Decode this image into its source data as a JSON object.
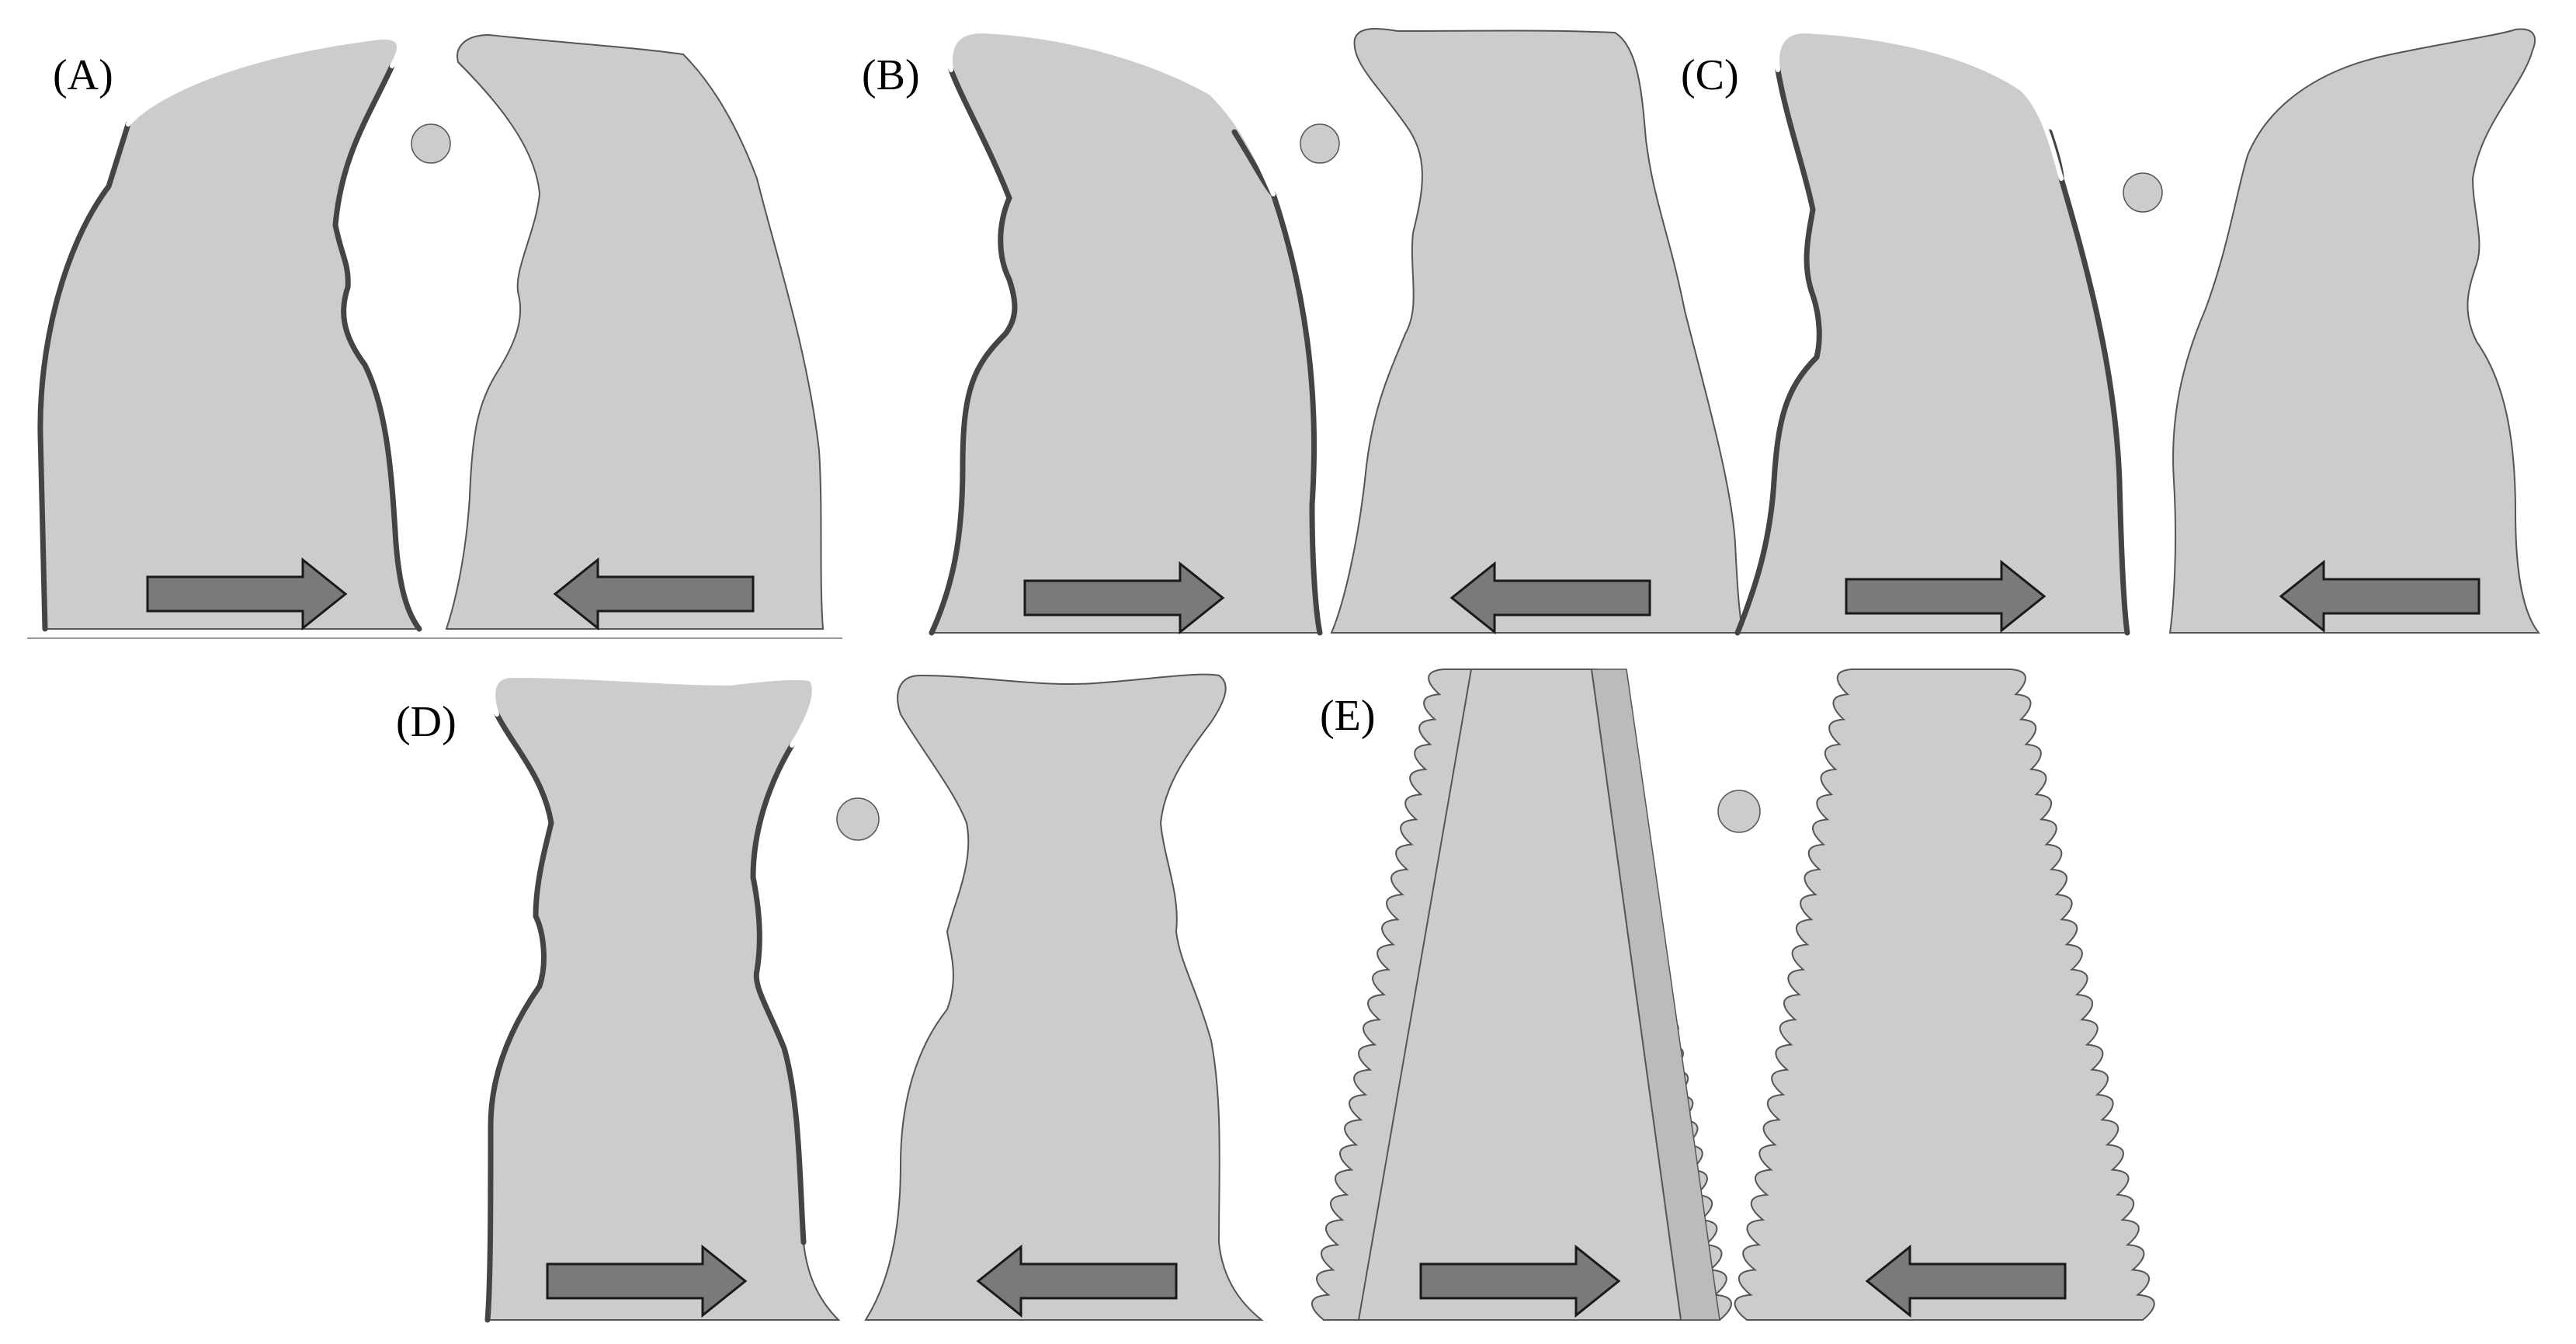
{
  "panels": [
    {
      "id": "A",
      "label": "(A)"
    },
    {
      "id": "B",
      "label": "(B)"
    },
    {
      "id": "C",
      "label": "(C)"
    },
    {
      "id": "D",
      "label": "(D)"
    },
    {
      "id": "E",
      "label": "(E)"
    }
  ],
  "colors": {
    "jaw_fill": "#cccccc",
    "jaw_outline": "#555555",
    "edge_highlight": "#ffffff",
    "edge_dark": "#444444",
    "arrow_fill": "#7a7a7a",
    "arrow_stroke": "#1a1a1a",
    "particle_fill": "#cccccc",
    "groove_fill": "#bbbbbb"
  }
}
